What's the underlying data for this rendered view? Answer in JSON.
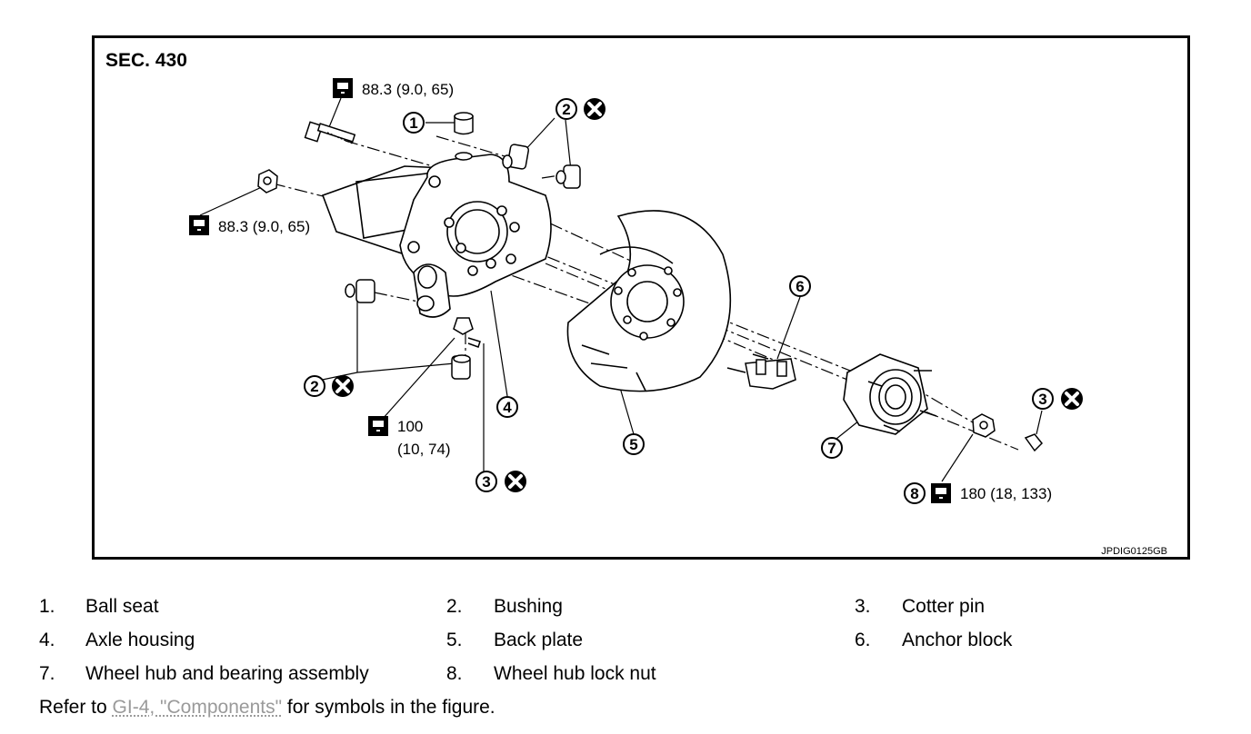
{
  "figure": {
    "section_label": "SEC. 430",
    "code": "JPDIG0125GB",
    "torque_bolt_top": "88.3 (9.0, 65)",
    "torque_nut_left": "88.3 (9.0, 65)",
    "torque_lower_line1": "100",
    "torque_lower_line2": "(10, 74)",
    "torque_lock_nut": "180 (18, 133)",
    "callouts": [
      "1",
      "2",
      "2",
      "3",
      "3",
      "4",
      "5",
      "6",
      "7",
      "8"
    ],
    "icons": {
      "torque_wrench": "torque-wrench-icon",
      "do_not_reuse": "do-not-reuse-x-icon"
    }
  },
  "legend": [
    {
      "num": "1.",
      "text": "Ball seat"
    },
    {
      "num": "2.",
      "text": "Bushing"
    },
    {
      "num": "3.",
      "text": "Cotter pin"
    },
    {
      "num": "4.",
      "text": "Axle housing"
    },
    {
      "num": "5.",
      "text": "Back plate"
    },
    {
      "num": "6.",
      "text": "Anchor block"
    },
    {
      "num": "7.",
      "text": "Wheel hub and bearing assembly"
    },
    {
      "num": "8.",
      "text": "Wheel hub lock nut"
    }
  ],
  "note": {
    "prefix": "Refer to ",
    "link_text": "GI-4, \"Components\"",
    "suffix": " for symbols in the figure."
  }
}
